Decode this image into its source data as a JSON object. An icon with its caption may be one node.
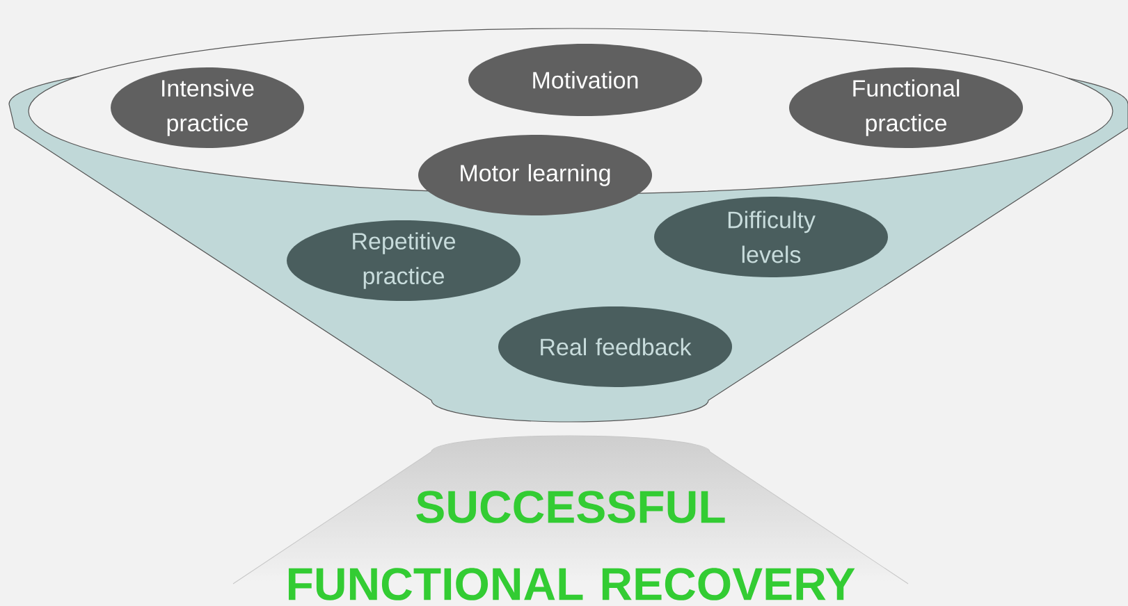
{
  "diagram": {
    "nodes": [
      {
        "text": [
          "Intensive practice"
        ]
      },
      {
        "text": [
          "Motivation"
        ]
      },
      {
        "text": [
          "Functional practice"
        ]
      },
      {
        "text": [
          "Motor learning"
        ]
      },
      {
        "text": [
          "Repetitive practice"
        ]
      },
      {
        "text": [
          "Difficulty levels"
        ]
      },
      {
        "text": [
          "Real feedback"
        ]
      },
      {
        "text": [
          "SUCCESSFUL FUNCTIONAL RECOVERY"
        ]
      }
    ]
  }
}
